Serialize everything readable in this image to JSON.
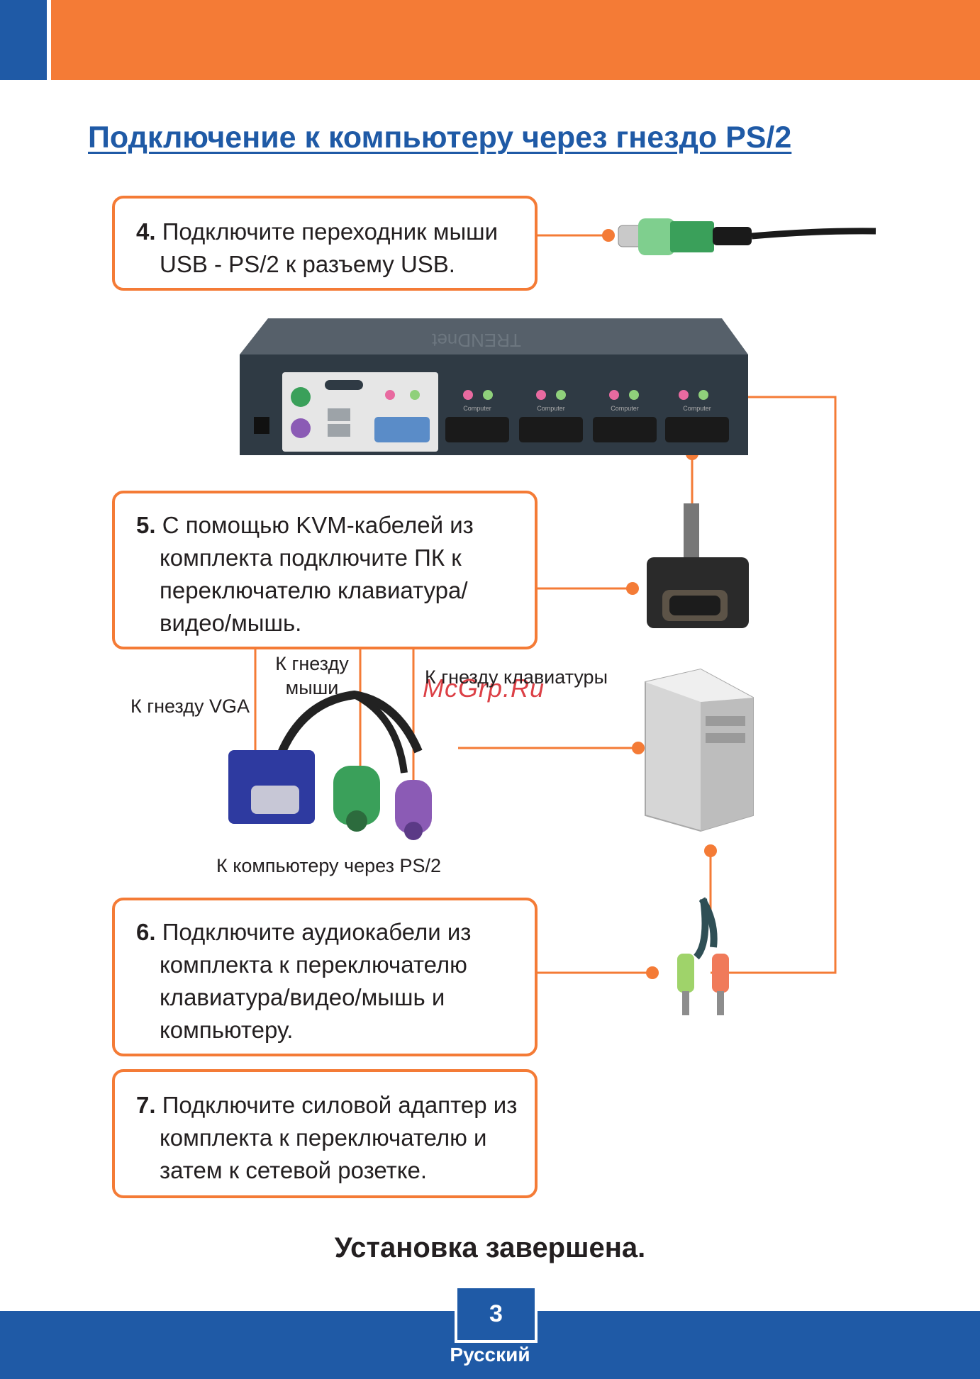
{
  "header": {
    "title": "Подключение к компьютеру через гнездо PS/2"
  },
  "steps": [
    {
      "num": "4.",
      "lines": [
        "Подключите переходник мыши",
        "USB - PS/2 к разъему USB."
      ]
    },
    {
      "num": "5.",
      "lines": [
        "С помощью KVM-кабелей из",
        "комплекта подключите ПК к",
        "переключателю клавиатура/",
        "видео/мышь."
      ]
    },
    {
      "num": "6.",
      "lines": [
        "Подключите аудиокабели из",
        "комплекта к переключателю",
        "клавиатура/видео/мышь и",
        "компьютеру."
      ]
    },
    {
      "num": "7.",
      "lines": [
        "Подключите силовой адаптер из",
        "комплекта к переключателю и",
        "затем к сетевой розетке."
      ]
    }
  ],
  "labels": {
    "vga": "К гнезду VGA",
    "mouse_line1": "К гнезду",
    "mouse_line2": "мыши",
    "keyboard": "К гнезду клавиатуры",
    "computer_ps2": "К компьютеру через PS/2"
  },
  "device_labels": {
    "brand": "TRENDnet",
    "port_computer": "Computer"
  },
  "watermark": "McGrp.Ru",
  "footer": {
    "complete": "Установка завершена.",
    "page_number": "3",
    "language": "Русский"
  },
  "colors": {
    "accent_orange": "#f47b36",
    "brand_blue": "#1f5aa6",
    "ps2_green": "#3aa05a",
    "ps2_purple": "#8b5bb5"
  },
  "icons": [
    "usb-ps2-adapter-icon",
    "kvm-switch-icon",
    "vga-connector-icon",
    "ps2-kvm-cable-icon",
    "computer-tower-icon",
    "audio-cable-icon"
  ]
}
